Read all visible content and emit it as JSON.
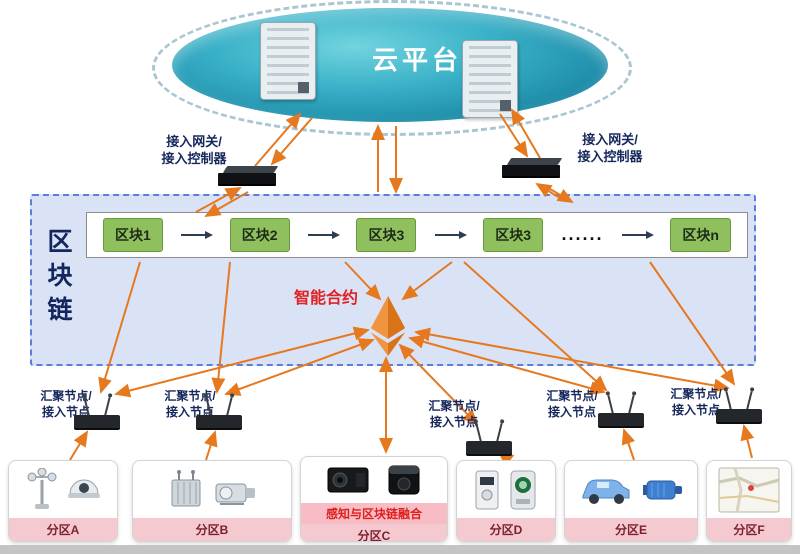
{
  "cloud": {
    "label": "云平台"
  },
  "gateway_left": {
    "line1": "接入网关/",
    "line2": "接入控制器"
  },
  "gateway_right": {
    "line1": "接入网关/",
    "line2": "接入控制器"
  },
  "blockchain": {
    "title": "区块链",
    "blocks": [
      "区块1",
      "区块2",
      "区块3",
      "区块3",
      "......",
      "区块n"
    ],
    "smart_contract": "智能合约"
  },
  "nodes": [
    {
      "line1": "汇聚节点/",
      "line2": "接入节点"
    },
    {
      "line1": "汇聚节点/",
      "line2": "接入节点"
    },
    {
      "line1": "汇聚节点/",
      "line2": "接入节点"
    },
    {
      "line1": "汇聚节点/",
      "line2": "接入节点"
    },
    {
      "line1": "汇聚节点/",
      "line2": "接入节点"
    }
  ],
  "partitions": [
    {
      "label": "分区A"
    },
    {
      "label": "分区B"
    },
    {
      "label": "分区C",
      "fusion_label": "感知与区块链融合"
    },
    {
      "label": "分区D"
    },
    {
      "label": "分区E"
    },
    {
      "label": "分区F"
    }
  ],
  "colors": {
    "arrow_orange": "#e6781e",
    "block_green": "#90c05e",
    "chain_border_blue": "#5b7fd6",
    "contract_red": "#e02222"
  }
}
